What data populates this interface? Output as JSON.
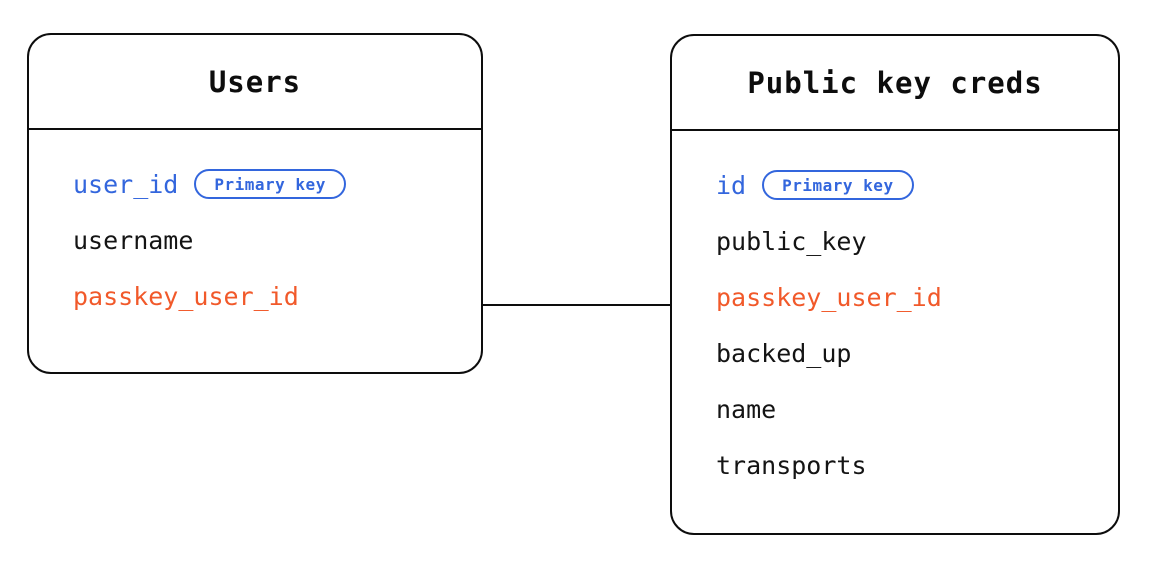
{
  "diagram": {
    "type": "entity-relationship-diagram",
    "background_color": "#ffffff",
    "colors": {
      "border": "#0d0d0d",
      "text": "#141414",
      "primary_key": "#3366dd",
      "foreign_key": "#f1592a"
    }
  },
  "entities": [
    {
      "id": "users",
      "title": "Users",
      "fields": [
        {
          "name": "user_id",
          "role": "pk",
          "badge": "Primary key"
        },
        {
          "name": "username",
          "role": "normal",
          "badge": null
        },
        {
          "name": "passkey_user_id",
          "role": "fk",
          "badge": null
        }
      ]
    },
    {
      "id": "public_key_creds",
      "title": "Public key creds",
      "fields": [
        {
          "name": "id",
          "role": "pk",
          "badge": "Primary key"
        },
        {
          "name": "public_key",
          "role": "normal",
          "badge": null
        },
        {
          "name": "passkey_user_id",
          "role": "fk",
          "badge": null
        },
        {
          "name": "backed_up",
          "role": "normal",
          "badge": null
        },
        {
          "name": "name",
          "role": "normal",
          "badge": null
        },
        {
          "name": "transports",
          "role": "normal",
          "badge": null
        }
      ]
    }
  ],
  "relationships": [
    {
      "id": "users-to-public-key-creds",
      "from_entity": "users",
      "from_field": "passkey_user_id",
      "to_entity": "public_key_creds",
      "to_field": "passkey_user_id",
      "style": "solid-line"
    }
  ]
}
